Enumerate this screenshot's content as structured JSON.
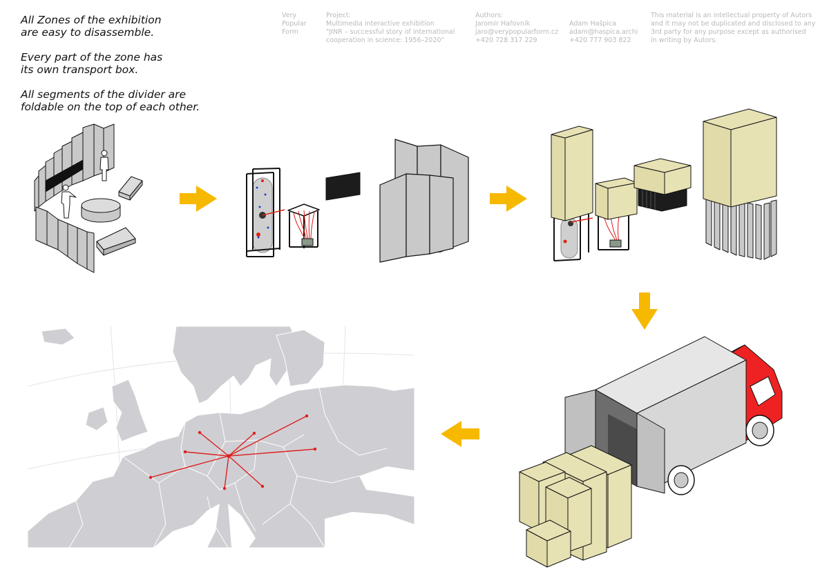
{
  "intro": {
    "p1": "All Zones of the exhibition\nare easy to disassemble.",
    "p2": "Every part of the zone has\nits own transport box.",
    "p3": "All segments of the divider are\nfoldable on the top of each other."
  },
  "header": {
    "studio": "Very\nPopular\nForm",
    "project": "Project:\nMultimedia interactive exhibition\n\"JINR – successful story of international\ncooperation in science: 1956–2020\"",
    "authors": "Authors:\nJaromír Hařovník\njaro@verypopularform.cz\n+420 728 317 229",
    "author2": "\nAdam Hašpica\nadam@haspica.archi\n+420 777 903 822",
    "rights": "This material is an intellectual property of Autors\nand it may not be duplicated and disclosed to any\n3rd party for any purpose except as authorised\nin writing by Autors."
  },
  "colors": {
    "arrow": "#f7b800",
    "box": "#e7e2b4",
    "panel": "#c9c9c9",
    "cab": "#ee2222",
    "map_land": "#cfcfd3",
    "map_route": "#dd1f1f"
  },
  "steps": [
    "exhibition-zone",
    "disassembled-parts",
    "packed-boxes",
    "truck-transport",
    "europe-destinations"
  ]
}
